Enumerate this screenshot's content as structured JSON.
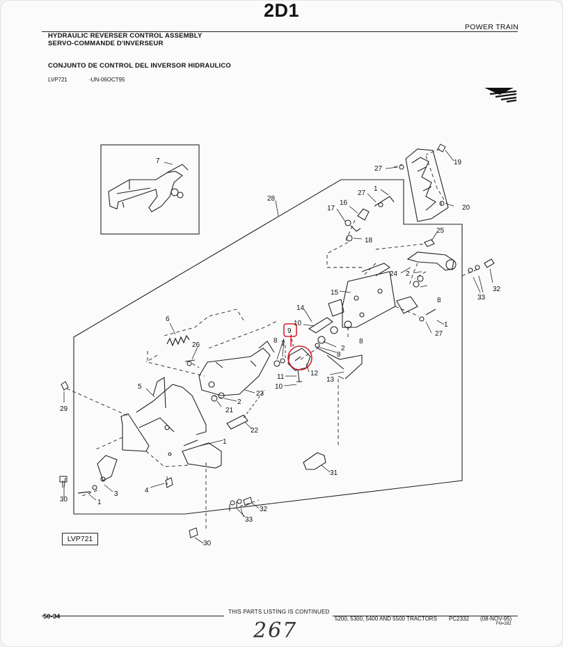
{
  "header": {
    "page_code": "2D1",
    "section": "POWER TRAIN",
    "title_en": "HYDRAULIC REVERSER CONTROL ASSEMBLY",
    "title_fr": "SERVO-COMMANDE D'INVERSEUR",
    "title_es": "CONJUNTO DE CONTROL DEL INVERSOR HIDRAULICO",
    "ref_code": "LVP721",
    "ref_date": "-UN-06OCT95"
  },
  "diagram": {
    "label_box": "LVP721",
    "callouts": {
      "c7": "7",
      "c28": "28",
      "c27a": "27",
      "c19": "19",
      "c20": "20",
      "c27b": "27",
      "c1a": "1",
      "c16": "16",
      "c17": "17",
      "c18": "18",
      "c25": "25",
      "c24": "24",
      "c2a": "2",
      "c32a": "32",
      "c33a": "33",
      "c15": "15",
      "c8a": "8",
      "c1b": "1",
      "c27c": "27",
      "c14": "14",
      "c10a": "10",
      "c9": "9",
      "c8b": "8",
      "c2b": "2",
      "c8c": "8",
      "c2c": "2",
      "c12": "12",
      "c11": "11",
      "c10b": "10",
      "c13": "13",
      "c6": "6",
      "c26": "26",
      "c5": "5",
      "c23": "23",
      "c2d": "2",
      "c21": "21",
      "c22": "22",
      "c29": "29",
      "c1c": "1",
      "c4": "4",
      "c3": "3",
      "c1d": "1",
      "c30a": "30",
      "c31": "31",
      "c32b": "32",
      "c33b": "33",
      "c30b": "30"
    }
  },
  "footer": {
    "page_number": "50-34",
    "continued": "THIS PARTS LISTING IS CONTINUED",
    "models": "5200, 5300, 5400 AND 5500 TRACTORS",
    "catalog": "PC2332",
    "date": "(08-NOV-95)",
    "fn": "FN=282",
    "handwritten": "267"
  }
}
